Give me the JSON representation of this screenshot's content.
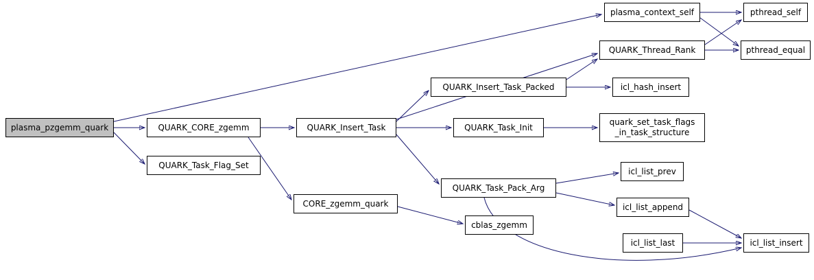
{
  "diagram": {
    "type": "call-graph",
    "colors": {
      "edge": "#191970",
      "node_border": "#000000",
      "node_fill": "#ffffff",
      "root_node_fill": "#c0c0c0"
    }
  },
  "nodes": [
    {
      "id": "plasma_pzgemm_quark",
      "label": "plasma_pzgemm_quark",
      "root": true
    },
    {
      "id": "QUARK_CORE_zgemm",
      "label": "QUARK_CORE_zgemm"
    },
    {
      "id": "QUARK_Task_Flag_Set",
      "label": "QUARK_Task_Flag_Set"
    },
    {
      "id": "QUARK_Insert_Task",
      "label": "QUARK_Insert_Task"
    },
    {
      "id": "CORE_zgemm_quark",
      "label": "CORE_zgemm_quark"
    },
    {
      "id": "QUARK_Insert_Task_Packed",
      "label": "QUARK_Insert_Task_Packed"
    },
    {
      "id": "QUARK_Task_Init",
      "label": "QUARK_Task_Init"
    },
    {
      "id": "QUARK_Task_Pack_Arg",
      "label": "QUARK_Task_Pack_Arg"
    },
    {
      "id": "cblas_zgemm",
      "label": "cblas_zgemm"
    },
    {
      "id": "plasma_context_self",
      "label": "plasma_context_self"
    },
    {
      "id": "QUARK_Thread_Rank",
      "label": "QUARK_Thread_Rank"
    },
    {
      "id": "icl_hash_insert",
      "label": "icl_hash_insert"
    },
    {
      "id": "quark_set_task_flags_in_task_structure",
      "label": "quark_set_task_flags _in_task_structure"
    },
    {
      "id": "icl_list_prev",
      "label": "icl_list_prev"
    },
    {
      "id": "icl_list_append",
      "label": "icl_list_append"
    },
    {
      "id": "icl_list_last",
      "label": "icl_list_last"
    },
    {
      "id": "pthread_self",
      "label": "pthread_self"
    },
    {
      "id": "pthread_equal",
      "label": "pthread_equal"
    },
    {
      "id": "icl_list_insert",
      "label": "icl_list_insert"
    }
  ],
  "edges": [
    {
      "from": "plasma_pzgemm_quark",
      "to": "QUARK_CORE_zgemm"
    },
    {
      "from": "plasma_pzgemm_quark",
      "to": "QUARK_Task_Flag_Set"
    },
    {
      "from": "plasma_pzgemm_quark",
      "to": "plasma_context_self"
    },
    {
      "from": "QUARK_CORE_zgemm",
      "to": "QUARK_Insert_Task"
    },
    {
      "from": "QUARK_CORE_zgemm",
      "to": "CORE_zgemm_quark"
    },
    {
      "from": "QUARK_Insert_Task",
      "to": "QUARK_Insert_Task_Packed"
    },
    {
      "from": "QUARK_Insert_Task",
      "to": "QUARK_Task_Init"
    },
    {
      "from": "QUARK_Insert_Task",
      "to": "QUARK_Task_Pack_Arg"
    },
    {
      "from": "QUARK_Insert_Task",
      "to": "QUARK_Thread_Rank"
    },
    {
      "from": "QUARK_Insert_Task_Packed",
      "to": "icl_hash_insert"
    },
    {
      "from": "QUARK_Insert_Task_Packed",
      "to": "QUARK_Thread_Rank"
    },
    {
      "from": "QUARK_Task_Init",
      "to": "quark_set_task_flags_in_task_structure"
    },
    {
      "from": "QUARK_Task_Pack_Arg",
      "to": "icl_list_prev"
    },
    {
      "from": "QUARK_Task_Pack_Arg",
      "to": "icl_list_append"
    },
    {
      "from": "QUARK_Task_Pack_Arg",
      "to": "icl_list_insert"
    },
    {
      "from": "icl_list_append",
      "to": "icl_list_insert"
    },
    {
      "from": "icl_list_last",
      "to": "icl_list_insert"
    },
    {
      "from": "CORE_zgemm_quark",
      "to": "cblas_zgemm"
    },
    {
      "from": "plasma_context_self",
      "to": "pthread_self"
    },
    {
      "from": "plasma_context_self",
      "to": "pthread_equal"
    },
    {
      "from": "QUARK_Thread_Rank",
      "to": "pthread_self"
    },
    {
      "from": "QUARK_Thread_Rank",
      "to": "pthread_equal"
    }
  ]
}
